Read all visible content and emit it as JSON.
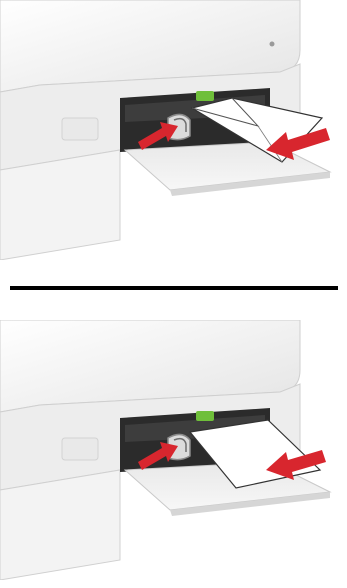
{
  "figure": {
    "panels": [
      {
        "media": "envelope",
        "direction": "feed-into-printer"
      },
      {
        "media": "paper",
        "direction": "feed-into-printer"
      }
    ],
    "colors": {
      "printer_body": "#f2f2f2",
      "printer_shadow": "#c9c9c9",
      "slot_dark": "#2b2b2b",
      "arrow": "#d8262e",
      "guide_green": "#6fbf3a",
      "envelope": "#ffffff",
      "divider": "#000000"
    },
    "icons": [
      "arrow-right-icon",
      "arrow-left-icon"
    ]
  }
}
